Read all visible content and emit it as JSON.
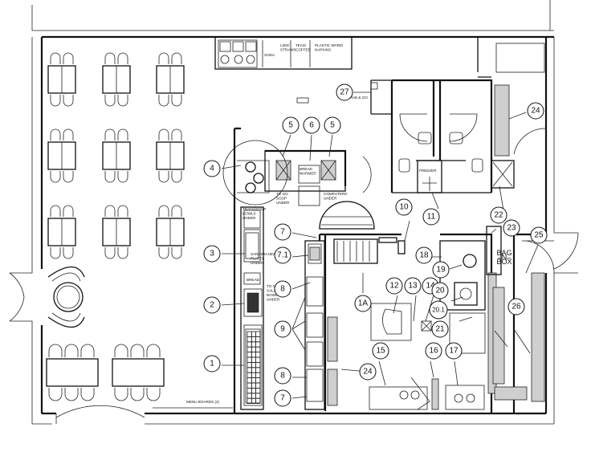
{
  "plan": {
    "counter_labels": {
      "soda": "SODA",
      "lids_straws": "LIDS/\nSTRAWS",
      "teas_coffee": "TEAS/\nCOFFEE",
      "plastic_ware": "PLASTIC WARE/\nNAPKINS"
    },
    "notes": {
      "grab_and_go": "GRAB & GO",
      "bread_warmer": "BREAD\nWARMER",
      "to_go_soup": "TO GO\nSOUP\nUNDER",
      "computers_under": "COMPUTERS\nUNDER",
      "trays_soup_bowls": "TRAYS/SOUP\nBOWLS\nUNDER",
      "sandwiches_plates": "SANDWICHES\nPLATES\nUNDER",
      "bread": "BREAD",
      "to_go_salad_bowls": "TO GO\nSALAD\nBOWLS\nUNDER",
      "freezer": "FREEZER",
      "bag_n_box": "BAG\n–N–\nBOX",
      "menu_boards": "MENU BOARDS (2)"
    },
    "callouts": [
      "1",
      "2",
      "3",
      "4",
      "5",
      "6",
      "5",
      "7",
      "7.1",
      "8",
      "9",
      "8",
      "7",
      "10",
      "11",
      "1A",
      "12",
      "13",
      "14",
      "15",
      "16",
      "17",
      "18",
      "19",
      "20",
      "20.1",
      "21",
      "22",
      "23",
      "24",
      "24",
      "25",
      "26",
      "27"
    ]
  }
}
